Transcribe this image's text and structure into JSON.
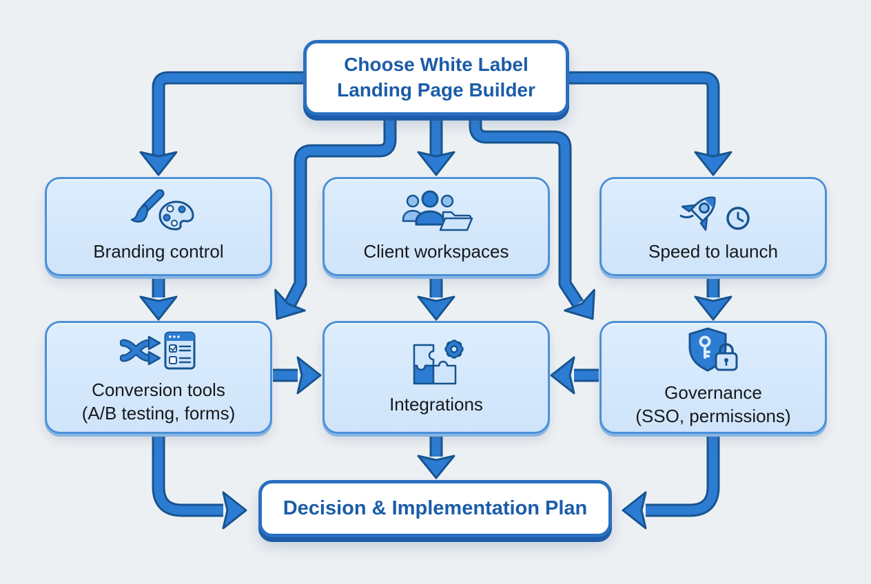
{
  "diagram_title": "Choose White Label Landing Page Builder flowchart",
  "nodes": {
    "root": {
      "line1": "Choose White Label",
      "line2": "Landing Page Builder"
    },
    "branding": {
      "label": "Branding control",
      "icons": [
        "paintbrush-icon",
        "palette-icon"
      ]
    },
    "clients": {
      "label": "Client workspaces",
      "icons": [
        "team-icon",
        "folder-icon"
      ]
    },
    "speed": {
      "label": "Speed to launch",
      "icons": [
        "rocket-icon",
        "clock-icon"
      ]
    },
    "conversion": {
      "label": "Conversion tools",
      "sublabel": "(A/B testing, forms)",
      "icons": [
        "shuffle-icon",
        "form-checklist-icon"
      ]
    },
    "integrations": {
      "label": "Integrations",
      "icons": [
        "puzzle-icon",
        "gear-icon"
      ]
    },
    "governance": {
      "label": "Governance",
      "sublabel": "(SSO, permissions)",
      "icons": [
        "shield-key-icon",
        "padlock-icon"
      ]
    },
    "decision": {
      "label": "Decision & Implementation Plan"
    }
  },
  "edges": [
    {
      "from": "root",
      "to": "branding"
    },
    {
      "from": "root",
      "to": "clients"
    },
    {
      "from": "root",
      "to": "speed"
    },
    {
      "from": "root",
      "to": "conversion"
    },
    {
      "from": "root",
      "to": "governance"
    },
    {
      "from": "branding",
      "to": "conversion"
    },
    {
      "from": "clients",
      "to": "integrations"
    },
    {
      "from": "speed",
      "to": "governance"
    },
    {
      "from": "conversion",
      "to": "integrations"
    },
    {
      "from": "governance",
      "to": "integrations"
    },
    {
      "from": "conversion",
      "to": "decision"
    },
    {
      "from": "integrations",
      "to": "decision"
    },
    {
      "from": "governance",
      "to": "decision"
    }
  ],
  "colors": {
    "background": "#edf0f3",
    "card_fill": "#d4e7fb",
    "card_border": "#4a90d8",
    "white_node_border": "#2a6fc0",
    "arrow_fill": "#2d7cd3",
    "arrow_outline": "#17548f",
    "title_text": "#1b5ca8",
    "label_text": "#17191d"
  }
}
